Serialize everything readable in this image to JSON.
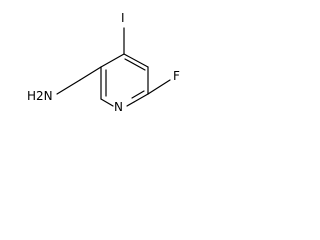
{
  "molecule": {
    "atoms": {
      "iodine": "I",
      "fluorine": "F",
      "ring_nitrogen": "N",
      "amine": "H2N"
    }
  }
}
